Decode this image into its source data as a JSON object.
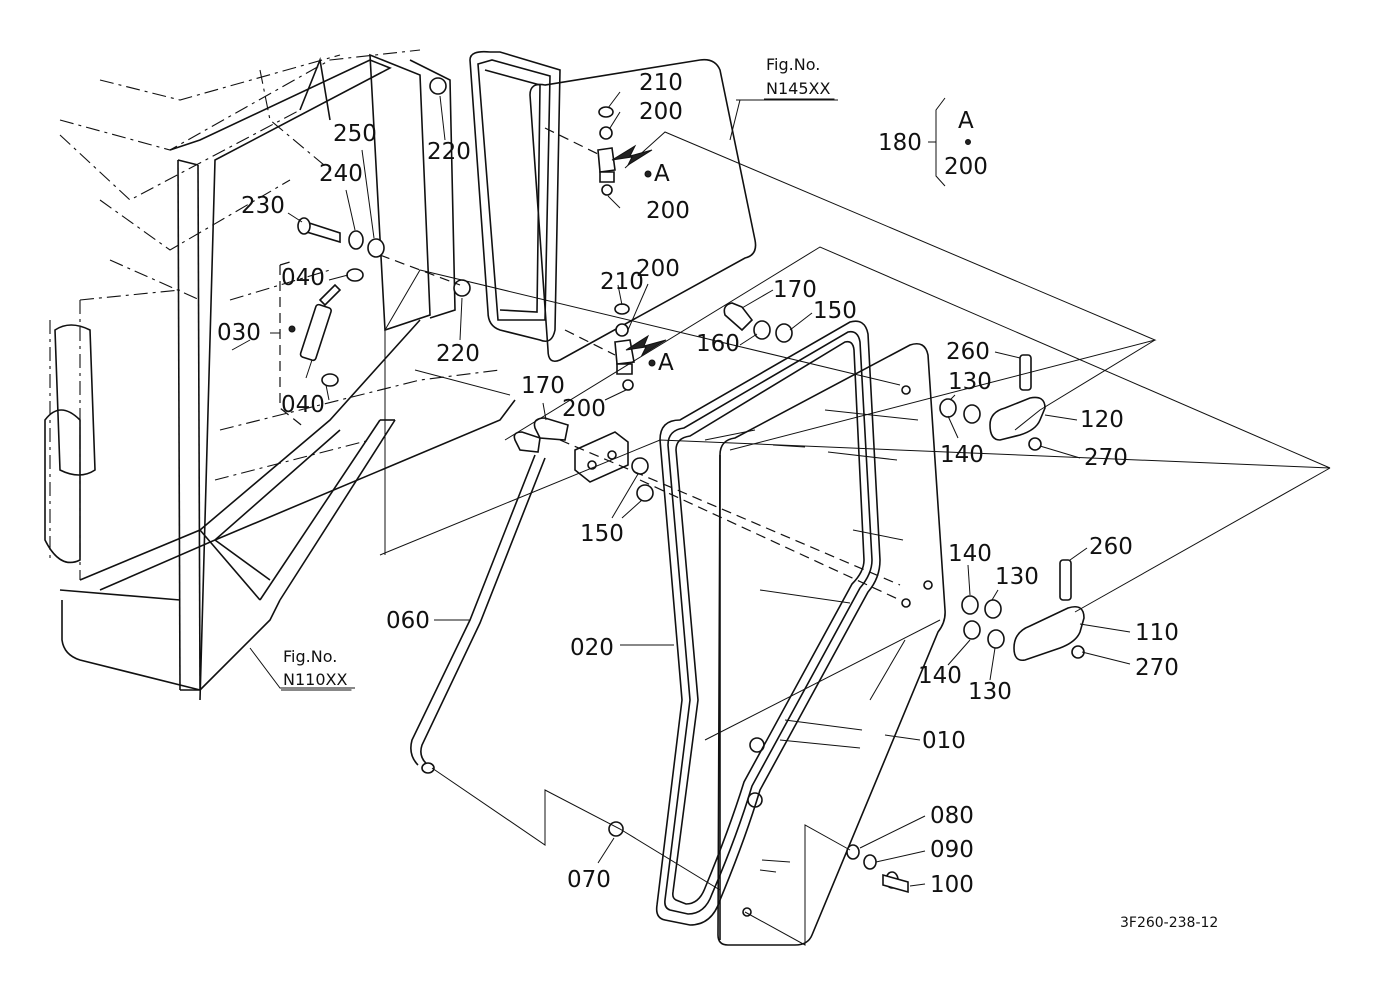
{
  "figure_code": "3F260-238-12",
  "fig_refs": {
    "top": {
      "caption": "Fig.No.",
      "number": "N145XX"
    },
    "bottom": {
      "caption": "Fig.No.",
      "number": "N110XX"
    }
  },
  "legend": {
    "main": "180",
    "top": "A",
    "bottom": "200"
  },
  "callout_letter": "A",
  "part_labels": {
    "p010": "010",
    "p020": "020",
    "p030": "030",
    "p040a": "040",
    "p040b": "040",
    "p060": "060",
    "p070": "070",
    "p080": "080",
    "p090": "090",
    "p100": "100",
    "p110": "110",
    "p120": "120",
    "p130a": "130",
    "p130b": "130",
    "p130c": "130",
    "p140a": "140",
    "p140b": "140",
    "p140c": "140",
    "p150a": "150",
    "p150b": "150",
    "p160": "160",
    "p170a": "170",
    "p170b": "170",
    "p200a": "200",
    "p200b": "200",
    "p200c": "200",
    "p200d": "200",
    "p210a": "210",
    "p210b": "210",
    "p220a": "220",
    "p220b": "220",
    "p230": "230",
    "p240": "240",
    "p250": "250",
    "p260a": "260",
    "p260b": "260",
    "p270a": "270",
    "p270b": "270"
  }
}
